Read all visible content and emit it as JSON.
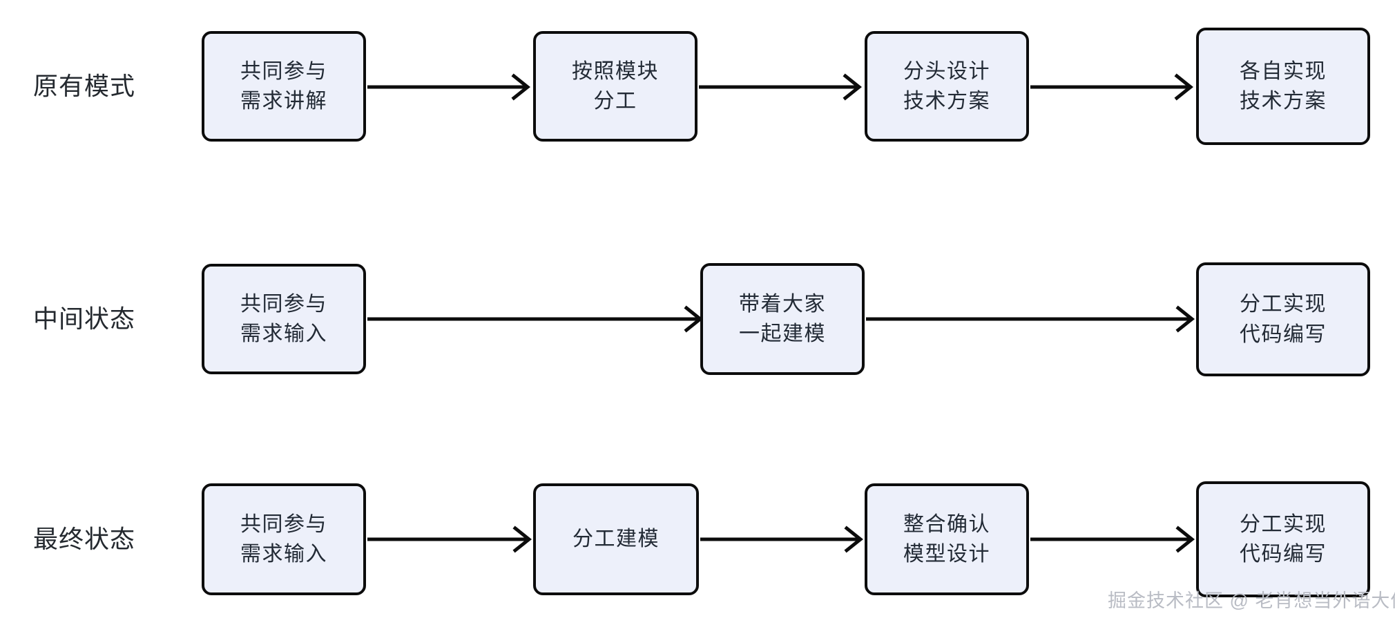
{
  "diagram": {
    "type": "flow",
    "background_color": "#ffffff",
    "node_fill_color": "#edf0fa",
    "node_border_color": "#0c0c0c",
    "node_text_color": "#222a35",
    "arrow_color": "#0c0c0c",
    "label_text_color": "#24292f",
    "rows": [
      {
        "label": "原有模式",
        "nodes": [
          {
            "line1": "共同参与",
            "line2": "需求讲解"
          },
          {
            "line1": "按照模块",
            "line2": "分工"
          },
          {
            "line1": "分头设计",
            "line2": "技术方案"
          },
          {
            "line1": "各自实现",
            "line2": "技术方案"
          }
        ],
        "connector_count": 3
      },
      {
        "label": "中间状态",
        "nodes": [
          {
            "line1": "共同参与",
            "line2": "需求输入"
          },
          {
            "line1": "带着大家",
            "line2": "一起建模"
          },
          {
            "line1": "分工实现",
            "line2": "代码编写"
          }
        ],
        "connector_count": 2
      },
      {
        "label": "最终状态",
        "nodes": [
          {
            "line1": "共同参与",
            "line2": "需求输入"
          },
          {
            "line1": "分工建模",
            "line2": ""
          },
          {
            "line1": "整合确认",
            "line2": "模型设计"
          },
          {
            "line1": "分工实现",
            "line2": "代码编写"
          }
        ],
        "connector_count": 3
      }
    ]
  },
  "watermark": {
    "text": "掘金技术社区 @ 老肖想当外语大佬"
  }
}
